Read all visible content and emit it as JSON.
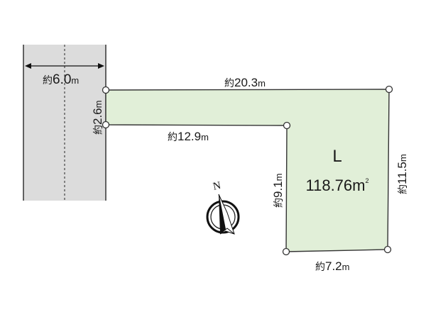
{
  "plot": {
    "lot_name": "L",
    "area_value": "118.76",
    "area_unit": "m",
    "area_sup": "2",
    "lot_fill": "#e1efd8",
    "road_fill": "#dcdcdc",
    "line_color": "#333333"
  },
  "road": {
    "width_prefix": "約",
    "width_value": "6.0",
    "width_unit": "m"
  },
  "dimensions": {
    "top": {
      "prefix": "約",
      "value": "20.3",
      "unit": "m"
    },
    "left_short": {
      "prefix": "約",
      "value": "2.6",
      "unit": "m"
    },
    "inner_horizontal": {
      "prefix": "約",
      "value": "12.9",
      "unit": "m"
    },
    "inner_vertical": {
      "prefix": "約",
      "value": "9.1",
      "unit": "m"
    },
    "right": {
      "prefix": "約",
      "value": "11.5",
      "unit": "m"
    },
    "bottom": {
      "prefix": "約",
      "value": "7.2",
      "unit": "m"
    }
  },
  "compass": {
    "north_label": "N"
  }
}
